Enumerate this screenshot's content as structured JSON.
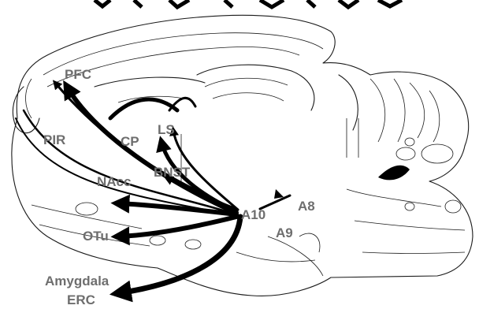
{
  "title_fragment": "",
  "labels": {
    "pfc": "PFC",
    "pir": "PIR",
    "cp": "CP",
    "ls": "LS",
    "bnst": "BNST",
    "nacc": "NAcc",
    "a10": "A10",
    "a8": "A8",
    "a9": "A9",
    "ot": "OTu",
    "amygdala": "Amygdala",
    "erc": "ERC"
  },
  "colors": {
    "label": "#6e6e6e",
    "pathway": "#000000",
    "outline": "#1a1a1a"
  }
}
